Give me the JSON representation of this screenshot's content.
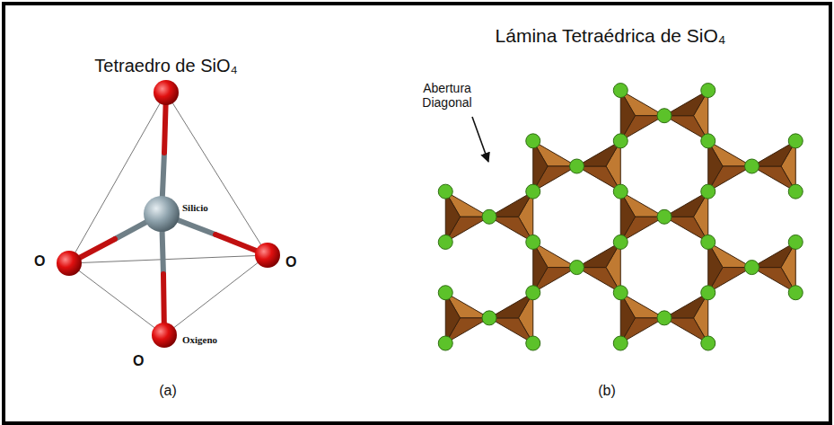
{
  "diagram": {
    "labels": [
      "Tetraedro de SiO₄",
      "Silicio",
      "O",
      "O",
      "O",
      "Oxigeno",
      "(a)",
      "Lámina Tetraédrica de SiO₄",
      "Abertura Diagonal",
      "(b)"
    ]
  }
}
